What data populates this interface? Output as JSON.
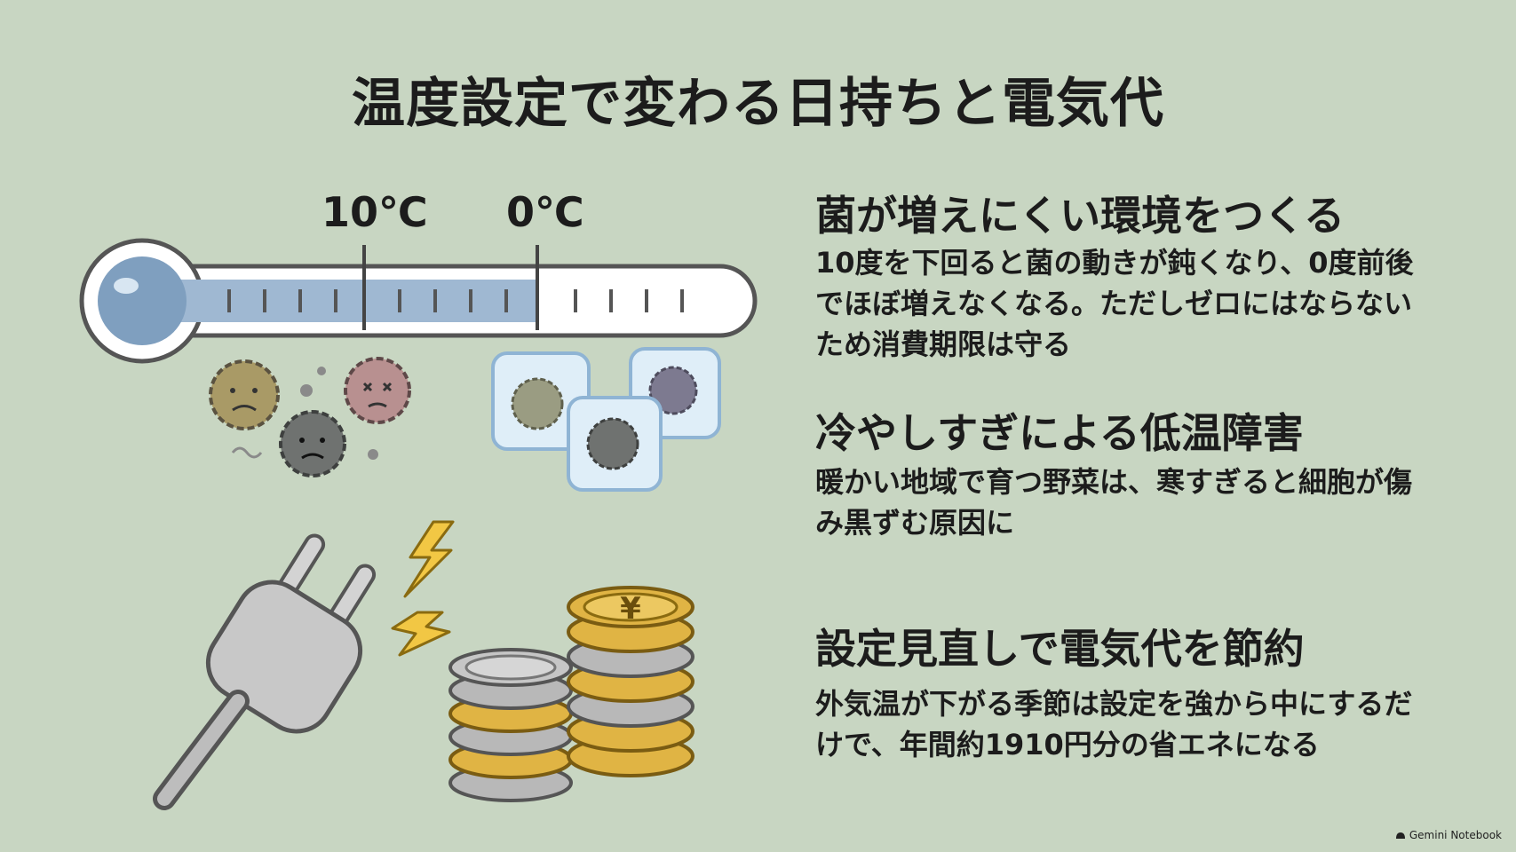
{
  "title": "温度設定で変わる日持ちと電気代",
  "thermometer": {
    "label_10": "10℃",
    "label_0": "0℃"
  },
  "sections": [
    {
      "heading": "菌が増えにくい環境をつくる",
      "body": "10度を下回ると菌の動きが鈍くなり、0度前後でほぼ増えなくなる。ただしゼロにはならないため消費期限は守る"
    },
    {
      "heading": "冷やしすぎによる低温障害",
      "body": "暖かい地域で育つ野菜は、寒すぎると細胞が傷み黒ずむ原因に"
    },
    {
      "heading": "設定見直しで電気代を節約",
      "body": "外気温が下がる季節は設定を強から中にするだけで、年間約1910円分の省エネになる"
    }
  ],
  "coin_symbol": "¥",
  "brand": "Gemini Notebook",
  "colors": {
    "background": "#c8d6c2",
    "text": "#1c1c1c",
    "thermo_fill": "#9fb8d2",
    "coin_gold": "#e0b444",
    "coin_silver": "#b8b8b8",
    "bolt": "#f2c744"
  }
}
